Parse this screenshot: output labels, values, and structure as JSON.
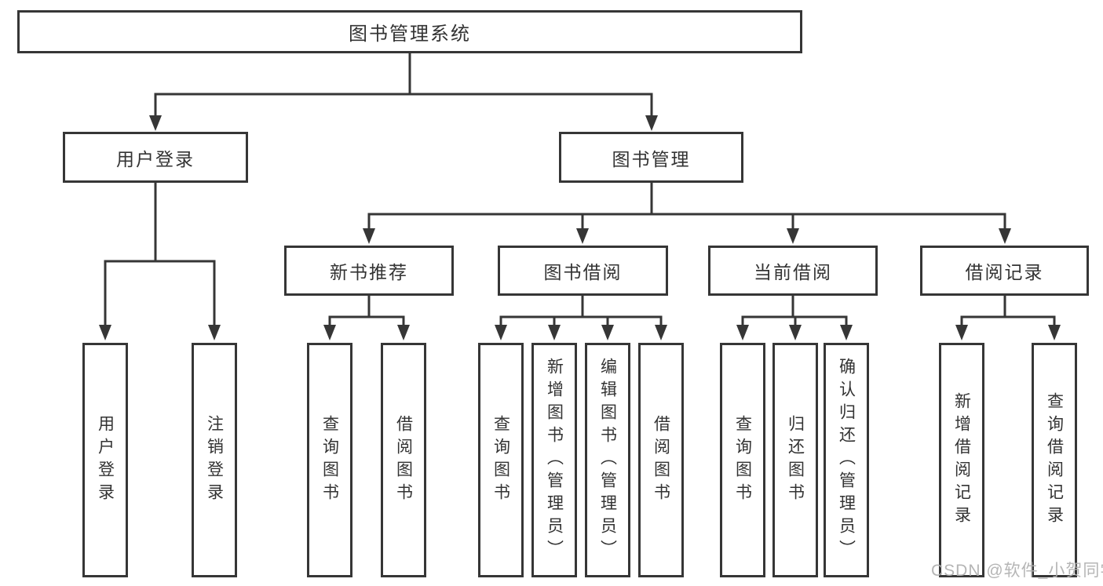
{
  "colors": {
    "line": "#363636",
    "box_border": "#363636",
    "box_fill": "#ffffff",
    "text": "#333333",
    "watermark": "#afafaf"
  },
  "tree": {
    "label": "图书管理系统",
    "children": [
      {
        "label": "用户登录",
        "children": [
          {
            "label": "用户登录"
          },
          {
            "label": "注销登录"
          }
        ]
      },
      {
        "label": "图书管理",
        "children": [
          {
            "label": "新书推荐",
            "children": [
              {
                "label": "查询图书"
              },
              {
                "label": "借阅图书"
              }
            ]
          },
          {
            "label": "图书借阅",
            "children": [
              {
                "label": "查询图书"
              },
              {
                "label": "新增图书（管理员）"
              },
              {
                "label": "编辑图书（管理员）"
              },
              {
                "label": "借阅图书"
              }
            ]
          },
          {
            "label": "当前借阅",
            "children": [
              {
                "label": "查询图书"
              },
              {
                "label": "归还图书"
              },
              {
                "label": "确认归还（管理员）"
              }
            ]
          },
          {
            "label": "借阅记录",
            "children": [
              {
                "label": "新增借阅记录"
              },
              {
                "label": "查询借阅记录"
              }
            ]
          }
        ]
      }
    ]
  },
  "watermark": {
    "text": "CSDN @软件_小贺同学"
  }
}
